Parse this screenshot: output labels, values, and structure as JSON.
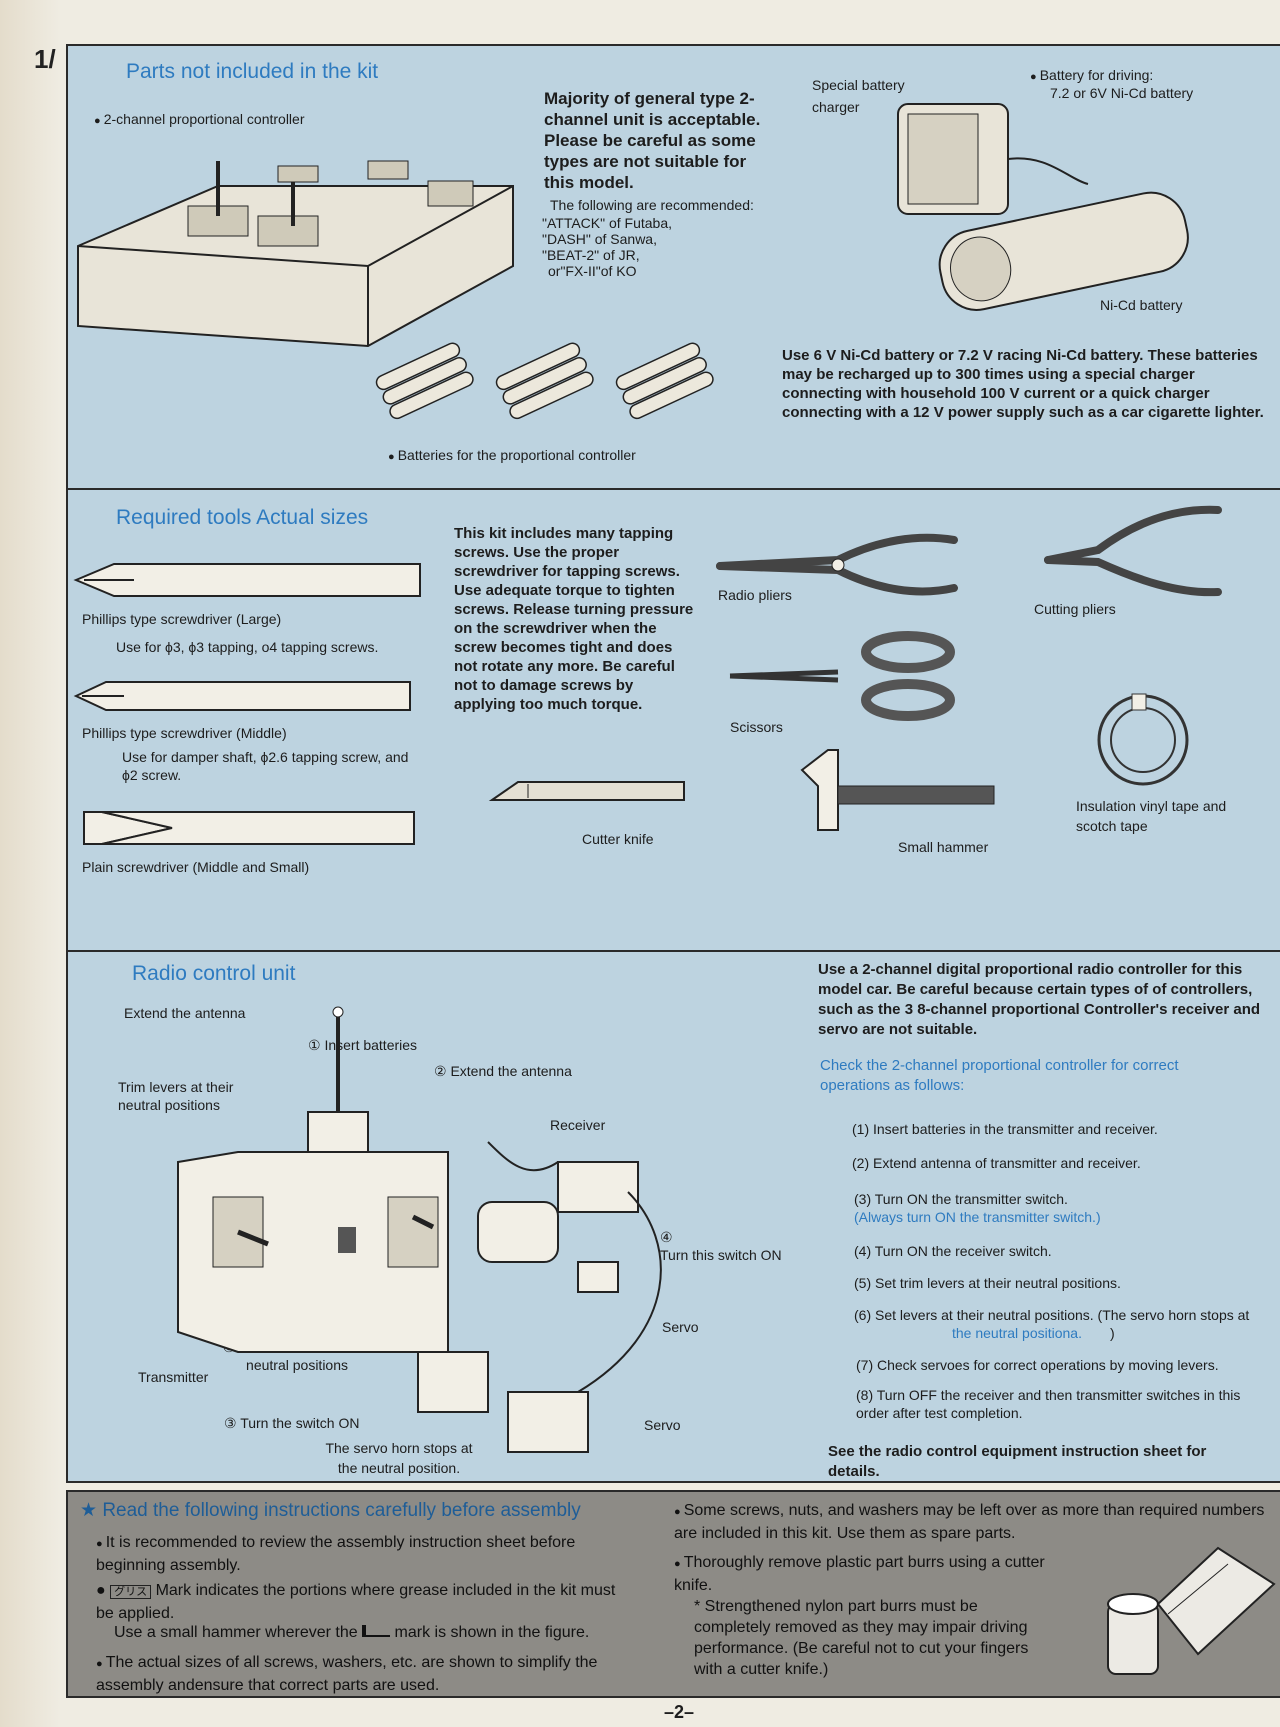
{
  "corner_mark": "1/",
  "section1": {
    "title": "Parts not included in the kit",
    "controller_label": "2-channel proportional controller",
    "majority_text": "Majority of general type 2-channel unit is acceptable. Please be careful as some types are not suitable for this model.",
    "recommended_intro": "The following are recommended:",
    "recommended": [
      "\"ATTACK\" of Futaba,",
      "\"DASH\" of Sanwa,",
      "\"BEAT-2\" of JR,",
      "or\"FX-II\"of KO"
    ],
    "charger_label": "Special battery charger",
    "battery_for_driving": "Battery for driving:",
    "battery_types": "7.2 or 6V Ni-Cd battery",
    "nicd_label": "Ni-Cd battery",
    "batteries_label": "Batteries for the proportional controller",
    "nicd_text": "Use 6 V Ni-Cd battery or 7.2 V racing Ni-Cd battery. These batteries may be recharged up to 300 times using a special charger connecting with household 100 V current or a quick charger connecting with a 12 V power supply such as a car cigarette lighter."
  },
  "section2": {
    "title": "Required tools Actual sizes",
    "phillips_large": "Phillips type screwdriver  (Large)",
    "phillips_large_use": "Use for ϕ3, ϕ3 tapping, o4 tapping screws.",
    "phillips_middle": "Phillips type screwdriver (Middle)",
    "phillips_middle_use": "Use for damper shaft, ϕ2.6 tapping screw, and ϕ2 screw.",
    "plain": "Plain screwdriver (Middle and Small)",
    "kit_text": "This kit includes many tapping screws.  Use the proper screwdriver for tapping screws.  Use adequate torque to tighten screws.  Release turning pressure on the screwdriver when the screw becomes tight and does not rotate any more.  Be careful not to damage screws by applying too much torque.",
    "radio_pliers": "Radio pliers",
    "cutting_pliers": "Cutting pliers",
    "scissors": "Scissors",
    "cutter_knife": "Cutter knife",
    "small_hammer": "Small hammer",
    "tape": "Insulation vinyl tape and scotch tape"
  },
  "section3": {
    "title": "Radio control unit",
    "extend_antenna_top": "Extend the antenna",
    "insert_batteries": "① Insert batteries",
    "extend_antenna_2": "② Extend the antenna",
    "trim_levers": "Trim levers at their neutral positions",
    "receiver": "Receiver",
    "turn_switch_on_4": "Turn this switch ON",
    "circle_4": "④",
    "servo1": "Servo",
    "servo2": "Servo",
    "transmitter": "Transmitter",
    "set_levers": "⑥ Set levers at their neutral positions",
    "turn_switch_on_3": "③ Turn the switch ON",
    "servo_horn": "The servo horn stops at the neutral position.",
    "use_text": "Use a 2-channel digital proportional radio controller for this model car.  Be careful  because certain types of of controllers, such as the 3  8-channel proportional Controller's receiver and servo are not suitable.",
    "check_title": "Check the 2-channel proportional controller for correct operations as follows:",
    "steps": [
      "(1) Insert batteries in the transmitter and receiver.",
      "(2) Extend antenna of transmitter and receiver.",
      "(3) Turn ON the transmitter switch.",
      "(4) Turn ON the receiver switch.",
      "(5) Set trim levers at their neutral positions.",
      "(6) Set levers at their neutral positions.  (The servo horn stops at",
      "(7) Check servoes for correct operations by moving levers.",
      "(8) Turn OFF the receiver and then transmitter switches in this order after test completion."
    ],
    "step3_note": "(Always turn ON the transmitter switch.)",
    "step6_note": "the neutral positiona.",
    "step6_end": ")",
    "see_sheet": "See the radio control equipment instruction sheet for details."
  },
  "bottom": {
    "title": "Read the following instructions carefully before assembly",
    "items_left": [
      "It is recommended to review the assembly instruction sheet before beginning assembly.",
      "Mark indicates the portions where grease included in the kit must be applied.",
      "Use a small hammer wherever the",
      "mark is shown in the figure.",
      "The actual sizes of all screws, washers, etc. are shown to simplify the assembly andensure that correct parts are used."
    ],
    "grease_tag": "グリス",
    "items_right": [
      "Some screws, nuts, and washers may be left over as more than required numbers are included in this kit.  Use them as  spare parts.",
      "Thoroughly remove plastic part burrs using a cutter knife.",
      "* Strengthened nylon part burrs must be completely removed  as they may impair driving performance.  (Be careful not to cut your fingers with a cutter knife.)"
    ]
  },
  "page_number": "–2–",
  "colors": {
    "panel_blue": "#bdd3e0",
    "heading_blue": "#2e7bc0",
    "bottom_gray": "#8d8b86"
  }
}
